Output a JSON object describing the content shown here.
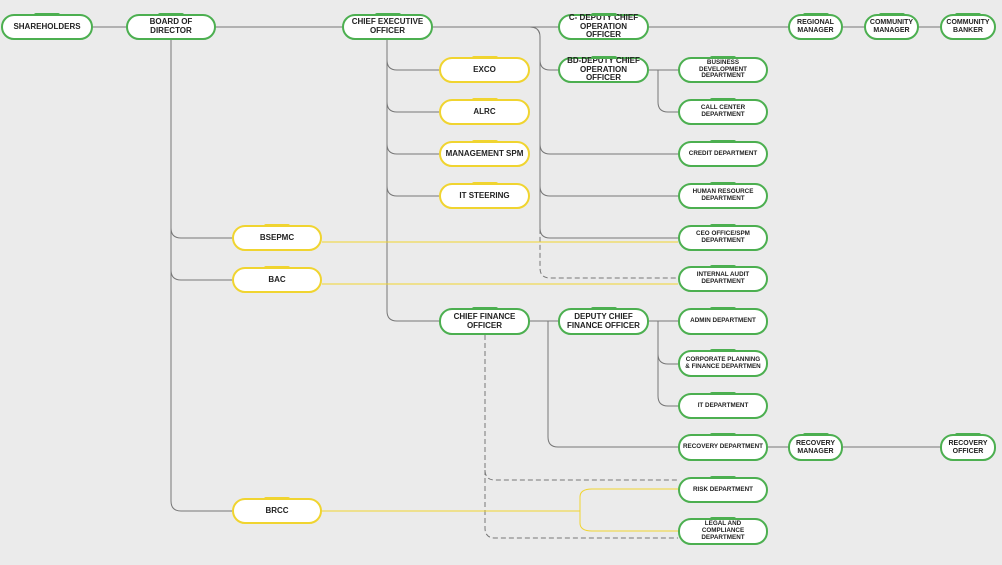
{
  "nodes": {
    "shareholders": "SHAREHOLDERS",
    "board": "BOARD OF DIRECTOR",
    "ceo": "CHIEF EXECUTIVE OFFICER",
    "c_dcoo": "C- DEPUTY CHIEF OPERATION OFFICER",
    "regional_manager": "REGIONAL MANAGER",
    "community_manager": "COMMUNITY MANAGER",
    "community_banker": "COMMUNITY BANKER",
    "exco": "EXCO",
    "alrc": "ALRC",
    "management_spm": "MANAGEMENT SPM",
    "it_steering": "IT STEERING",
    "bd_dcoo": "BD-DEPUTY CHIEF OPERATION OFFICER",
    "business_dev": "BUSINESS DEVELOPMENT DEPARTMENT",
    "call_center": "CALL CENTER DEPARTMENT",
    "credit": "CREDIT DEPARTMENT",
    "human_resource": "HUMAN RESOURCE DEPARTMENT",
    "ceo_office": "CEO OFFICE/SPM DEPARTMENT",
    "internal_audit": "INTERNAL AUDIT DEPARTMENT",
    "bsepmc": "BSEPMC",
    "bac": "BAC",
    "cfo": "CHIEF FINANCE OFFICER",
    "dcfo": "DEPUTY CHIEF FINANCE OFFICER",
    "admin": "ADMIN DEPARTMENT",
    "corporate_planning": "CORPORATE PLANNING & FINANCE DEPARTMEN",
    "it_department": "IT DEPARTMENT",
    "recovery_dept": "RECOVERY DEPARTMENT",
    "recovery_manager": "RECOVERY MANAGER",
    "recovery_officer": "RECOVERY OFFICER",
    "risk": "RISK DEPARTMENT",
    "legal": "LEGAL AND COMPLIANCE DEPARTMENT",
    "brcc": "BRCC"
  },
  "colors": {
    "background": "#ebebeb",
    "node_fill": "#ffffff",
    "green_border": "#4caf50",
    "yellow_border": "#f0d430",
    "connector": "#777777",
    "yellow_connector": "#f0d430"
  }
}
